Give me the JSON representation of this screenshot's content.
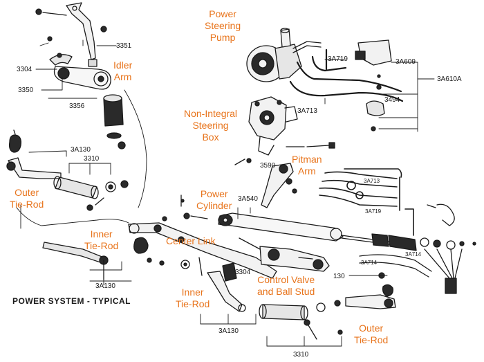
{
  "caption": "POWER SYSTEM - TYPICAL",
  "colors": {
    "label": "#e8741c",
    "line": "#1a1a1a",
    "fill_dark": "#2a2a2a",
    "fill_light": "#f2f2f2"
  },
  "labels": {
    "power_steering_pump": [
      "Power",
      "Steering",
      "Pump"
    ],
    "idler_arm": [
      "Idler",
      "Arm"
    ],
    "non_integral_steering_box": [
      "Non-Integral",
      "Steering",
      "Box"
    ],
    "pitman_arm": [
      "Pitman",
      "Arm"
    ],
    "power_cylinder": [
      "Power",
      "Cylinder"
    ],
    "outer_tie_rod_left": [
      "Outer",
      "Tie-Rod"
    ],
    "inner_tie_rod_left": [
      "Inner",
      "Tie-Rod"
    ],
    "center_link": [
      "Center Link"
    ],
    "inner_tie_rod_center": [
      "Inner",
      "Tie-Rod"
    ],
    "control_valve": [
      "Control Valve",
      "and Ball Stud"
    ],
    "outer_tie_rod_right": [
      "Outer",
      "Tie-Rod"
    ]
  },
  "part_numbers": {
    "p3351": "3351",
    "p3304_left": "3304",
    "p3350": "3350",
    "p3356": "3356",
    "p3a130_top": "3A130",
    "p3310_top": "3310",
    "p3a130_left_bottom": "3A130",
    "p3a719_top": "3A719",
    "p3a609": "3A609",
    "p3a610a": "3A610A",
    "p3a713_top": "3A713",
    "p3494": "3494",
    "p3590": "3590",
    "p3a540": "3A540",
    "p3a713_small": "3A713",
    "p3a719_small": "3A719",
    "p3a714_a": "3A714",
    "p3a714_b": "3A714",
    "p3304_center": "3304",
    "p130_right": "130",
    "p3a130_bottom": "3A130",
    "p3310_bottom": "3310"
  }
}
